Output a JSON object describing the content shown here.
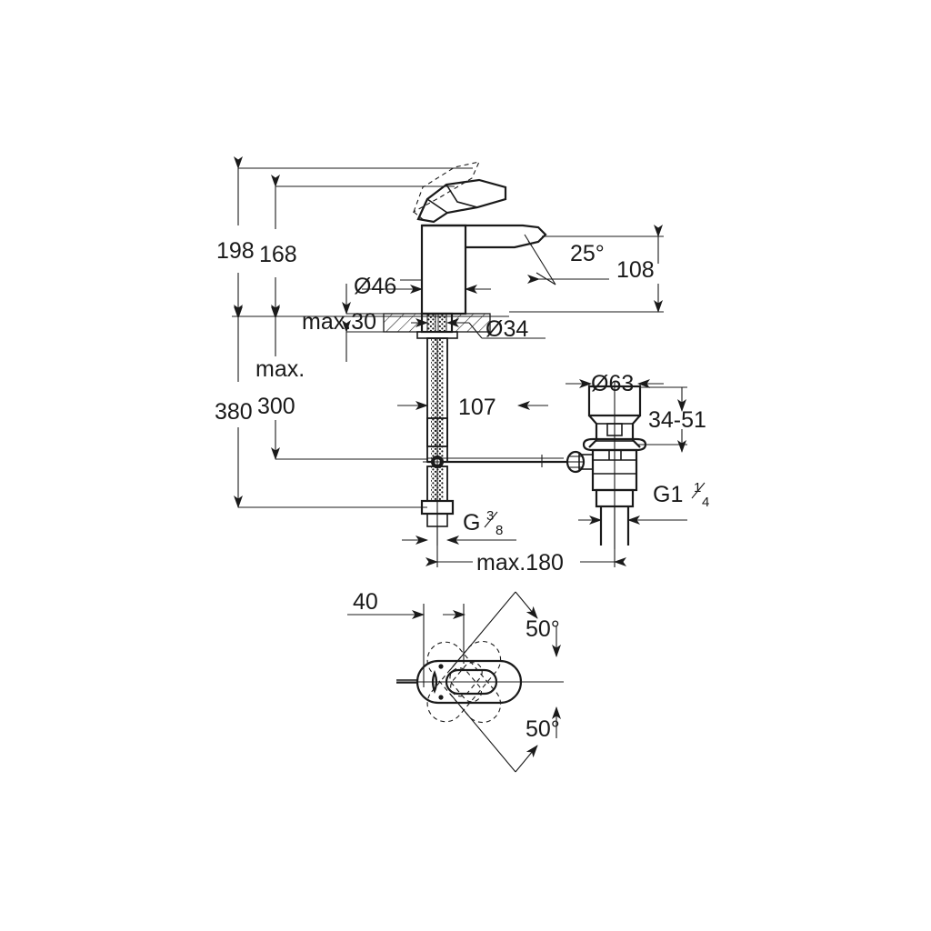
{
  "document": {
    "type": "technical-dimension-drawing",
    "subject": "single-lever basin mixer tap with pop-up waste",
    "background_color": "#ffffff",
    "line_color": "#1a1a1a"
  },
  "views": {
    "elevation": {
      "name": "front elevation view"
    },
    "plan": {
      "name": "top plan view"
    }
  },
  "dimensions": {
    "height_overall": "198",
    "height_spout_top": "168",
    "counter_thickness_max": "max.30",
    "handle_dia": "Ø46",
    "shank_dia": "Ø34",
    "spout_angle": "25°",
    "spout_projection": "108",
    "max_label": "max.",
    "depth_overall": "380",
    "depth_max_300": "300",
    "hose_length": "107",
    "waste_cap_dia": "Ø63",
    "waste_adjust_range": "34-51",
    "waste_thread": {
      "prefix": "G1",
      "numerator": "1",
      "denominator": "4"
    },
    "supply_thread": {
      "prefix": "G",
      "numerator": "3",
      "denominator": "8"
    },
    "supply_max_length": "max.180",
    "plan_offset": "40",
    "swivel_angle_upper": "50°",
    "swivel_angle_lower": "50°"
  }
}
